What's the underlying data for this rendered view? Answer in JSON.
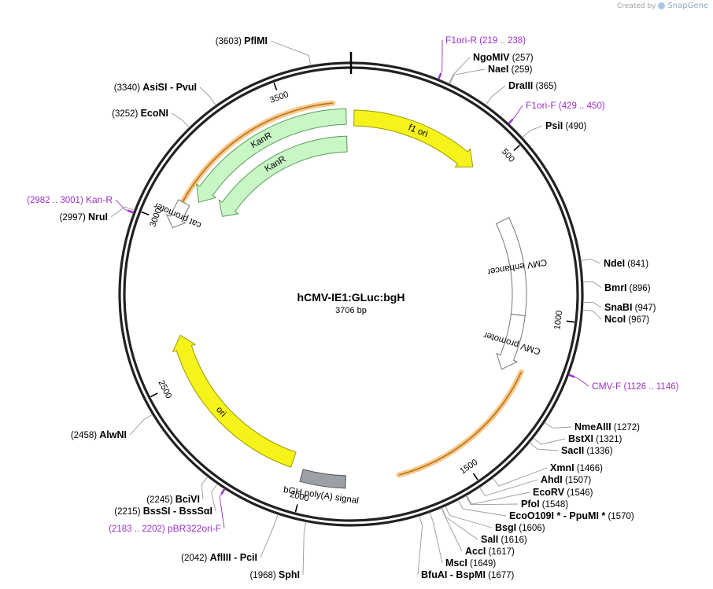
{
  "watermark": {
    "prefix": "Created by",
    "brand": "SnapGene"
  },
  "map": {
    "name": "hCMV-IE1:GLuc:bgH",
    "length_label": "3706 bp",
    "total_bp": 3706,
    "tick_labels": [
      "500",
      "1000",
      "1500",
      "2000",
      "2500",
      "3000",
      "3500"
    ],
    "features": [
      {
        "id": "f1ori",
        "label": "f1 ori",
        "start": 10,
        "end": 450,
        "color": "#f5f31a",
        "stroke": "#9a9a00"
      },
      {
        "id": "cmv-enh",
        "label": "CMV enhancer",
        "start": 660,
        "end": 1000,
        "color": "#ffffff",
        "stroke": "#777777"
      },
      {
        "id": "cmv-prom",
        "label": "CMV promoter",
        "start": 1000,
        "end": 1200,
        "color": "#ffffff",
        "stroke": "#777777"
      },
      {
        "id": "bgh",
        "label": "bGH poly(A) signal",
        "start": 1870,
        "end": 2010,
        "color": "#9aa0a6",
        "stroke": "#555555"
      },
      {
        "id": "ori",
        "label": "ori",
        "start": 2050,
        "end": 2640,
        "color": "#f5f31a",
        "stroke": "#9a9a00"
      },
      {
        "id": "cat-prom",
        "label": "cat promoter",
        "start": 2990,
        "end": 3075,
        "color": "#ffffff",
        "stroke": "#777777"
      },
      {
        "id": "kanr-outer",
        "label": "KanR",
        "start": 3100,
        "end": 3690,
        "color": "#c8f7c5",
        "stroke": "#5a9a5a"
      },
      {
        "id": "kanr-inner",
        "label": "KanR",
        "start": 3100,
        "end": 3690,
        "color": "#c8f7c5",
        "stroke": "#5a9a5a"
      }
    ],
    "highlights": [
      {
        "start": 1180,
        "end": 1700
      },
      {
        "start": 3030,
        "end": 3650
      }
    ],
    "primers": [
      {
        "name": "F1ori-R",
        "range": "(219 .. 238)",
        "bp": 228
      },
      {
        "name": "F1ori-F",
        "range": "(429 .. 450)",
        "bp": 440
      },
      {
        "name": "CMV-F",
        "range": "(1126 .. 1146)",
        "bp": 1136
      },
      {
        "name": "pBR322ori-F",
        "range": "(2183 .. 2202)",
        "bp": 2192
      },
      {
        "name": "Kan-R",
        "range": "(2982 .. 3001)",
        "bp": 2991
      }
    ],
    "enzymes": [
      {
        "name": "PflMI",
        "pos": "(3603)",
        "bp": 3603
      },
      {
        "name": "AsiSI - PvuI",
        "pos": "(3340)",
        "bp": 3340
      },
      {
        "name": "EcoNI",
        "pos": "(3252)",
        "bp": 3252
      },
      {
        "name": "NruI",
        "pos": "(2997)",
        "bp": 2997
      },
      {
        "name": "NgoMIV",
        "pos": "(257)",
        "bp": 257
      },
      {
        "name": "NaeI",
        "pos": "(259)",
        "bp": 259
      },
      {
        "name": "DraIII",
        "pos": "(365)",
        "bp": 365
      },
      {
        "name": "PsiI",
        "pos": "(490)",
        "bp": 490
      },
      {
        "name": "NdeI",
        "pos": "(841)",
        "bp": 841
      },
      {
        "name": "BmrI",
        "pos": "(896)",
        "bp": 896
      },
      {
        "name": "SnaBI",
        "pos": "(947)",
        "bp": 947
      },
      {
        "name": "NcoI",
        "pos": "(967)",
        "bp": 967
      },
      {
        "name": "NmeAIII",
        "pos": "(1272)",
        "bp": 1272
      },
      {
        "name": "BstXI",
        "pos": "(1321)",
        "bp": 1321
      },
      {
        "name": "SacII",
        "pos": "(1336)",
        "bp": 1336
      },
      {
        "name": "XmnI",
        "pos": "(1466)",
        "bp": 1466
      },
      {
        "name": "AhdI",
        "pos": "(1507)",
        "bp": 1507
      },
      {
        "name": "EcoRV",
        "pos": "(1546)",
        "bp": 1546
      },
      {
        "name": "PfoI",
        "pos": "(1548)",
        "bp": 1548
      },
      {
        "name": "EcoO109I * - PpuMI *",
        "pos": "(1570)",
        "bp": 1570
      },
      {
        "name": "BsgI",
        "pos": "(1606)",
        "bp": 1606
      },
      {
        "name": "SalI",
        "pos": "(1616)",
        "bp": 1616
      },
      {
        "name": "AccI",
        "pos": "(1617)",
        "bp": 1617
      },
      {
        "name": "MscI",
        "pos": "(1649)",
        "bp": 1649
      },
      {
        "name": "BfuAI - BspMI",
        "pos": "(1677)",
        "bp": 1677
      },
      {
        "name": "SphI",
        "pos": "(1968)",
        "bp": 1968
      },
      {
        "name": "AflIII - PciI",
        "pos": "(2042)",
        "bp": 2042
      },
      {
        "name": "BssSI - BssSαI",
        "pos": "(2215)",
        "bp": 2215
      },
      {
        "name": "BciVI",
        "pos": "(2245)",
        "bp": 2245
      },
      {
        "name": "AlwNI",
        "pos": "(2458)",
        "bp": 2458
      }
    ]
  }
}
